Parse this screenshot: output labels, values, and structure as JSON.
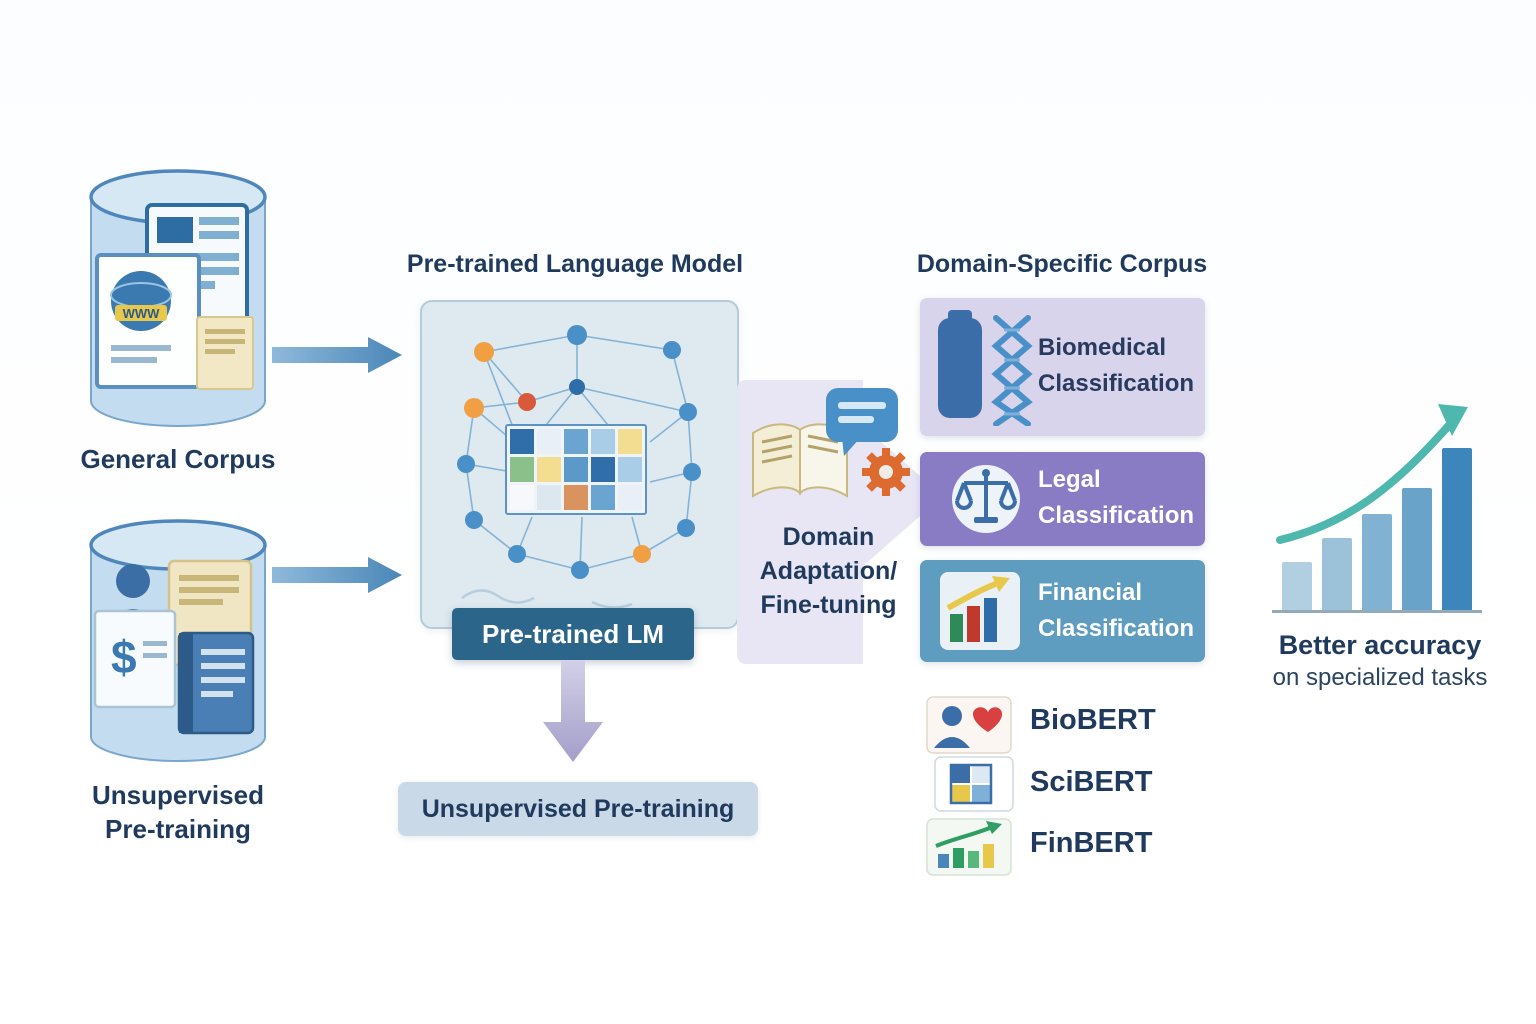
{
  "colors": {
    "heading": "#1f3a5c",
    "badge_bg": "#2b6589",
    "bottom_label_bg": "#c9d9e8",
    "adaptation_bg": "#e8e5f4",
    "biomedical_bg": "#d8d4ec",
    "legal_bg": "#8a7cc4",
    "financial_bg": "#5e9cc0",
    "teal_arrow": "#4fb8ae",
    "arrow_blue": "#4a86b8",
    "down_arrow_purple": "#a39ec9"
  },
  "general_corpus": {
    "label": "General Corpus",
    "globe_text": "WWW"
  },
  "unsupervised_source": {
    "line1": "Unsupervised",
    "line2": "Pre-training",
    "doc_symbol": "$"
  },
  "center": {
    "title": "Pre-trained Language Model",
    "badge": "Pre-trained LM",
    "pretraining_label": "Unsupervised Pre-training",
    "matrix": [
      [
        "#2f6ea8",
        "#e9eff6",
        "#6aa5d2",
        "#a9cde7",
        "#f3dd90"
      ],
      [
        "#8cc08a",
        "#f3dd90",
        "#5b9ac8",
        "#2f6ea8",
        "#a9cde7"
      ],
      [
        "#f6f8fb",
        "#dde7ef",
        "#d9935f",
        "#6aa5d2",
        "#e9eff6"
      ]
    ]
  },
  "adaptation": {
    "line1": "Domain",
    "line2": "Adaptation/",
    "line3": "Fine-tuning"
  },
  "domain": {
    "title": "Domain-Specific Corpus",
    "boxes": [
      {
        "label": "Biomedical Classification",
        "text_color": "#283a5e"
      },
      {
        "label": "Legal Classification",
        "text_color": "#ffffff"
      },
      {
        "label": "Financial Classification",
        "text_color": "#ffffff"
      }
    ],
    "models": [
      {
        "name": "BioBERT"
      },
      {
        "name": "SciBERT"
      },
      {
        "name": "FinBERT"
      }
    ]
  },
  "result": {
    "line1": "Better accuracy",
    "line2": "on specialized tasks",
    "bars": [
      {
        "h": 48,
        "color": "#b2cfe2"
      },
      {
        "h": 72,
        "color": "#9cc2da"
      },
      {
        "h": 96,
        "color": "#82b2d2"
      },
      {
        "h": 122,
        "color": "#6aa3ca"
      },
      {
        "h": 162,
        "color": "#3c86bc"
      }
    ]
  },
  "icons": {
    "www-globe-icon": "circle+band shape",
    "documents-icon": "layered rect docs",
    "person-icon": "circle+arc silhouette",
    "dollar-doc-icon": "doc with $ glyph",
    "book-icon": "open book shape",
    "chat-bubble-icon": "rounded rect + tail",
    "gear-icon": "toothed circle",
    "dna-icon": "double helix strokes",
    "scales-icon": "balance scales strokes",
    "bar-chart-icon": "3 colored bars + arrow",
    "person-heart-icon": "silhouette + heart",
    "table-grid-icon": "2x2 colored grid",
    "trend-bars-icon": "bars + rising arrow",
    "growth-arrow-icon": "curved up arrow"
  }
}
